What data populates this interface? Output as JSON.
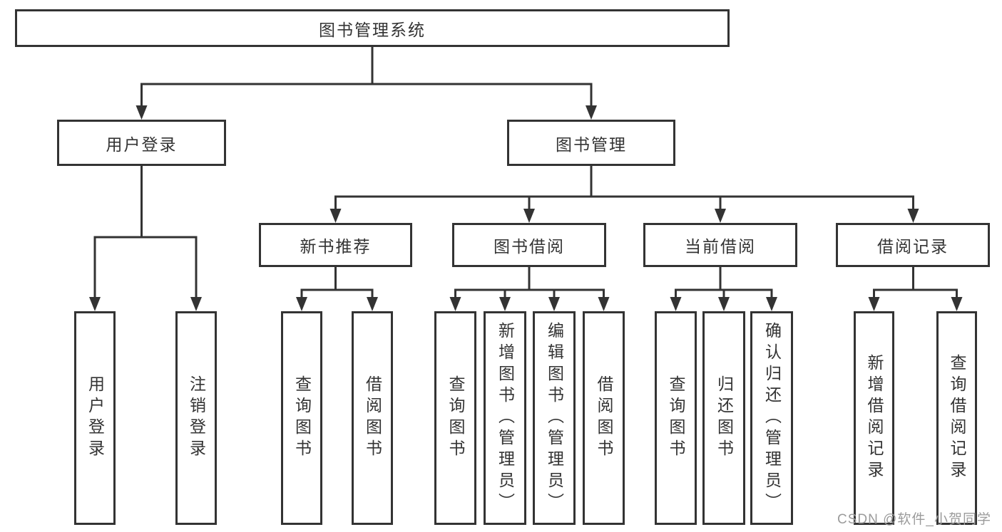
{
  "tree": {
    "label": "图书管理系统",
    "children": [
      {
        "label": "用户登录",
        "children": [
          {
            "label": "用户登录"
          },
          {
            "label": "注销登录"
          }
        ]
      },
      {
        "label": "图书管理",
        "children": [
          {
            "label": "新书推荐",
            "children": [
              {
                "label": "查询图书"
              },
              {
                "label": "借阅图书"
              }
            ]
          },
          {
            "label": "图书借阅",
            "children": [
              {
                "label": "查询图书"
              },
              {
                "label": "新增图书（管理员）"
              },
              {
                "label": "编辑图书（管理员）"
              },
              {
                "label": "借阅图书"
              }
            ]
          },
          {
            "label": "当前借阅",
            "children": [
              {
                "label": "查询图书"
              },
              {
                "label": "归还图书"
              },
              {
                "label": "确认归还（管理员）"
              }
            ]
          },
          {
            "label": "借阅记录",
            "children": [
              {
                "label": "新增借阅记录"
              },
              {
                "label": "查询借阅记录"
              }
            ]
          }
        ]
      }
    ]
  },
  "watermark": {
    "text": "CSDN @软件_小贺同学"
  },
  "colors": {
    "line": "#333333",
    "box_border": "#333333",
    "text": "#333333",
    "background": "#ffffff",
    "watermark": "#9b9b9b"
  }
}
